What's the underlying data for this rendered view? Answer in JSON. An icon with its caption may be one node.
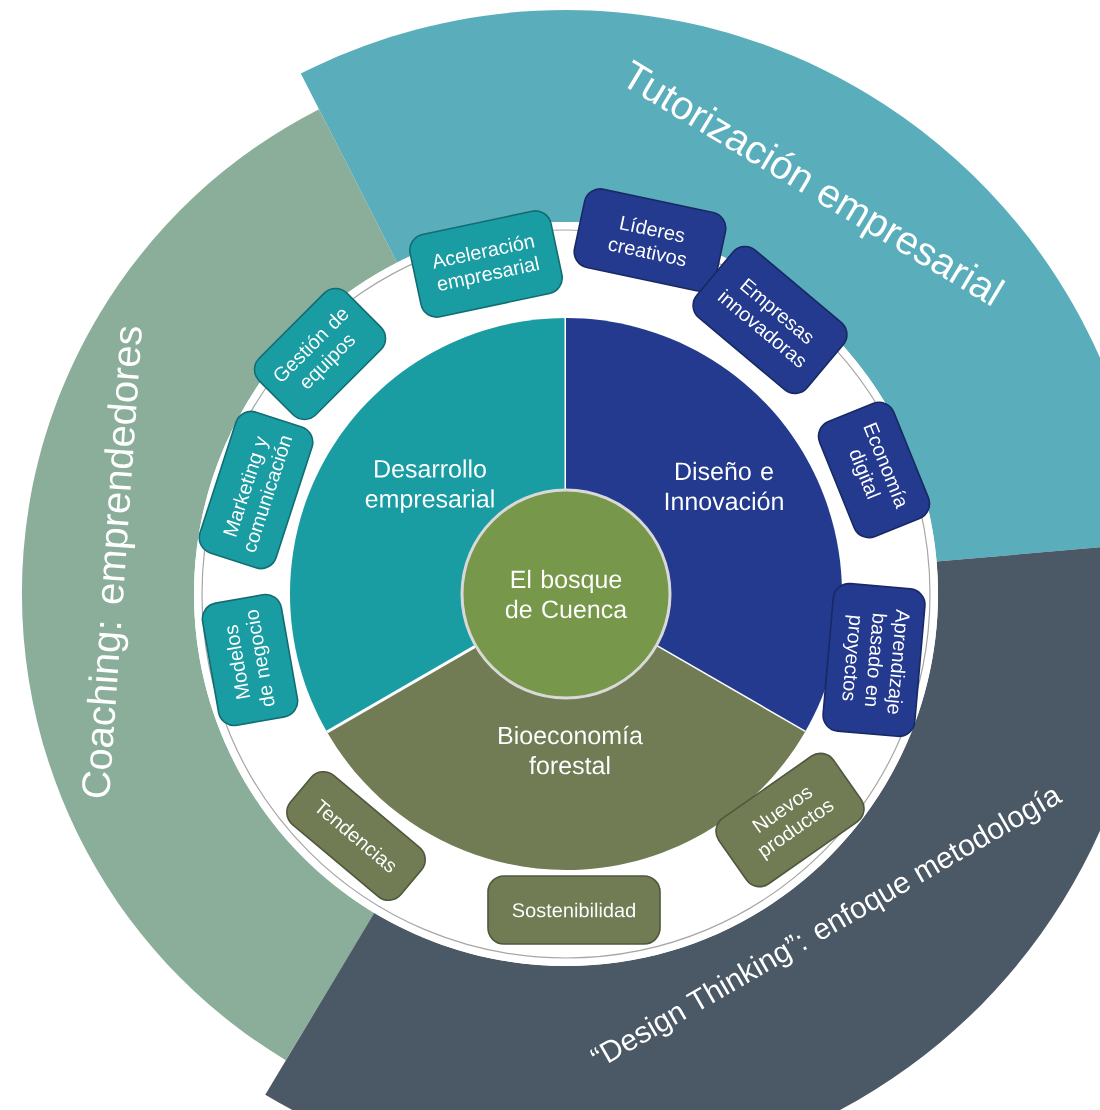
{
  "diagram": {
    "nodes": [
      {
        "text": [
          "Tutorización empresarial"
        ]
      },
      {
        "text": [
          "Coaching: emprendedores"
        ]
      },
      {
        "text": [
          "“Design Thinking”: enfoque metodología"
        ]
      },
      {
        "text": [
          "Desarrollo empresarial"
        ]
      },
      {
        "text": [
          "Diseño e Innovación"
        ]
      },
      {
        "text": [
          "Bioeconomía forestal"
        ]
      },
      {
        "text": [
          "El bosque de Cuenca"
        ]
      },
      {
        "text": [
          "Aceleración empresarial"
        ]
      },
      {
        "text": [
          "Gestión de equipos"
        ]
      },
      {
        "text": [
          "Marketing y comunicación"
        ]
      },
      {
        "text": [
          "Modelos de negocio"
        ]
      },
      {
        "text": [
          "Líderes creativos"
        ]
      },
      {
        "text": [
          "Empresas innovadoras"
        ]
      },
      {
        "text": [
          "Economía digital"
        ]
      },
      {
        "text": [
          "Aprendizaje basado en proyectos"
        ]
      },
      {
        "text": [
          "Tendencias"
        ]
      },
      {
        "text": [
          "Sostenibilidad"
        ]
      },
      {
        "text": [
          "Nuevos productos"
        ]
      }
    ]
  }
}
